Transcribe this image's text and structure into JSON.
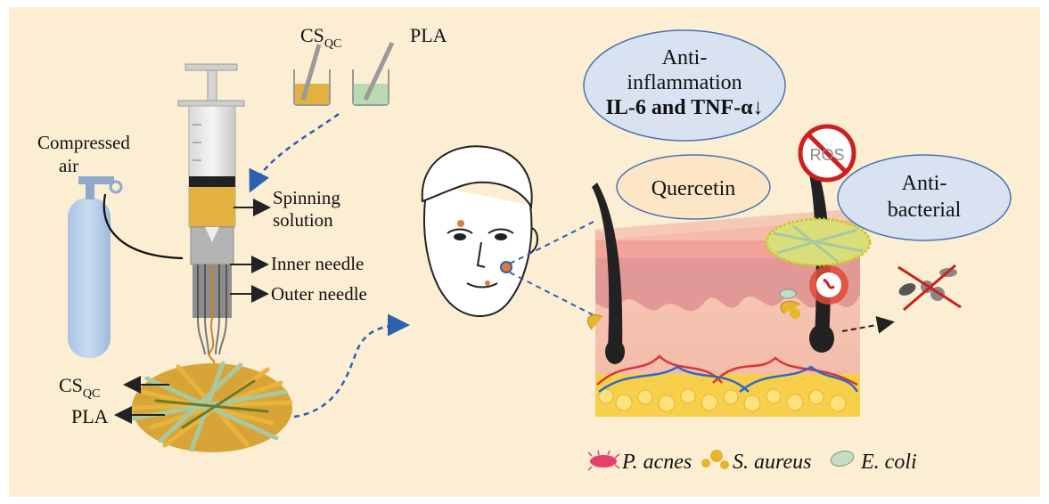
{
  "syringe": {
    "cs_main": "CS",
    "cs_sub": "QC",
    "pla": "PLA",
    "compressed_air_1": "Compressed",
    "compressed_air_2": "air",
    "spinning_1": "Spinning",
    "spinning_2": "solution",
    "inner_needle": "Inner needle",
    "outer_needle": "Outer needle"
  },
  "fibers": {
    "cs_main": "CS",
    "cs_sub": "QC",
    "pla": "PLA"
  },
  "bubbles": {
    "anti_inflammation_1": "Anti-",
    "anti_inflammation_2": "inflammation",
    "anti_inflammation_3": "IL-6 and TNF-α↓",
    "quercetin": "Quercetin",
    "anti_bacterial_1": "Anti-",
    "anti_bacterial_2": "bacterial",
    "ros": "ROS"
  },
  "legend": {
    "p_acnes": "P. acnes",
    "s_aureus": "S. aureus",
    "e_coli": "E. coli"
  },
  "colors": {
    "background": "#fbeed3",
    "bubble_fill": "#d9e2f1",
    "bubble_stroke": "#4a74b4",
    "quercetin_fill": "#fce6c6",
    "solution": "#e2b13e",
    "green_solution": "#b9d9b1",
    "tank": "#b4cbe6",
    "arrow_blue": "#2f5fb0",
    "ros_red": "#cc1f1f"
  }
}
